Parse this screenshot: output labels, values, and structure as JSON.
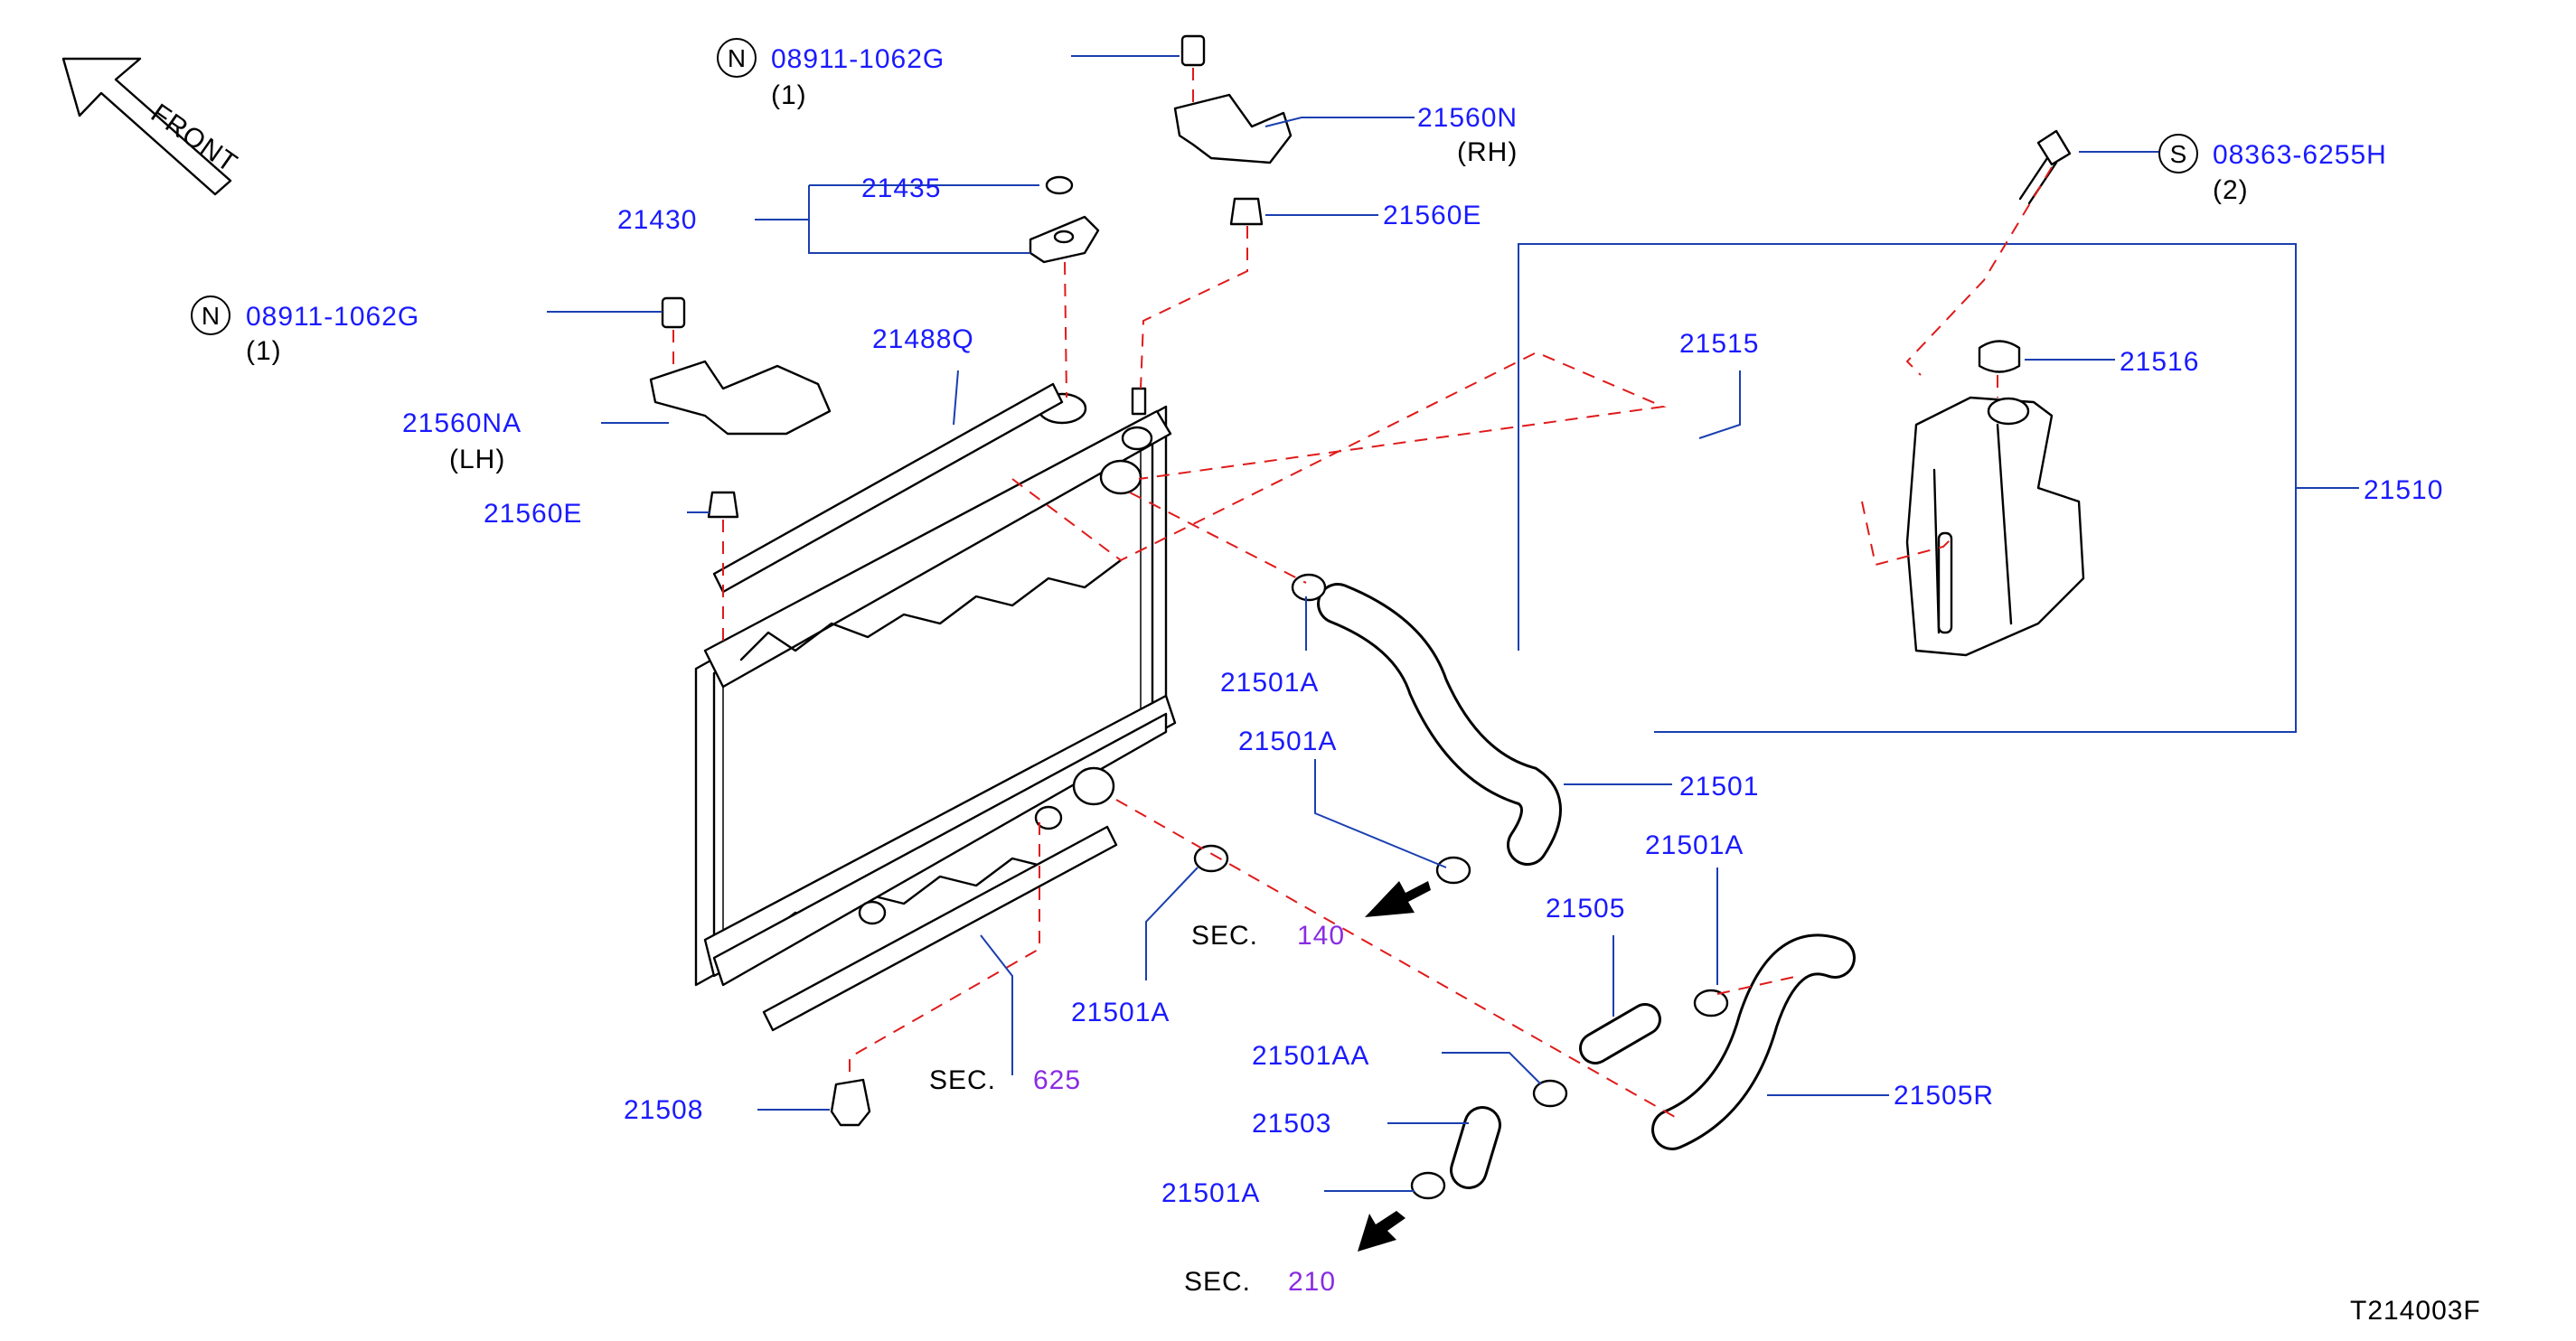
{
  "front_label": "FRONT",
  "diagram_code": "T214003F",
  "parts": {
    "p08911_top": {
      "circle": "N",
      "number": "08911-1062G",
      "qty": "(1)"
    },
    "p08911_left": {
      "circle": "N",
      "number": "08911-1062G",
      "qty": "(1)"
    },
    "p08363": {
      "circle": "S",
      "number": "08363-6255H",
      "qty": "(2)"
    },
    "p21560N": {
      "number": "21560N",
      "side": "(RH)"
    },
    "p21560NA": {
      "number": "21560NA",
      "side": "(LH)"
    },
    "p21560E_top": {
      "number": "21560E"
    },
    "p21560E_left": {
      "number": "21560E"
    },
    "p21435": {
      "number": "21435"
    },
    "p21430": {
      "number": "21430"
    },
    "p21488Q": {
      "number": "21488Q"
    },
    "p21515": {
      "number": "21515"
    },
    "p21516": {
      "number": "21516"
    },
    "p21510": {
      "number": "21510"
    },
    "p21501A_a": {
      "number": "21501A"
    },
    "p21501A_b": {
      "number": "21501A"
    },
    "p21501A_c": {
      "number": "21501A"
    },
    "p21501A_d": {
      "number": "21501A"
    },
    "p21501A_e": {
      "number": "21501A"
    },
    "p21501": {
      "number": "21501"
    },
    "p21505": {
      "number": "21505"
    },
    "p21505R": {
      "number": "21505R"
    },
    "p21501AA": {
      "number": "21501AA"
    },
    "p21503": {
      "number": "21503"
    },
    "p21508": {
      "number": "21508"
    }
  },
  "sections": {
    "sec140": {
      "prefix": "SEC.",
      "number": "140"
    },
    "sec625": {
      "prefix": "SEC.",
      "number": "625"
    },
    "sec210": {
      "prefix": "SEC.",
      "number": "210"
    }
  }
}
